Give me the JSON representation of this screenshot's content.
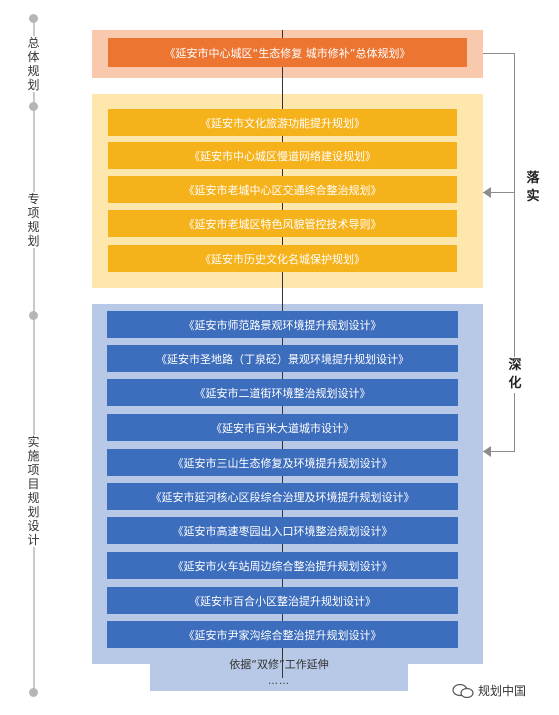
{
  "levels": {
    "overall": "总体\n规划",
    "special": "专项\n规划",
    "impl": "实施\n项目\n规划\n设计"
  },
  "overall_plan": "《延安市中心城区“生态修复 城市修补”总体规划》",
  "special_plans": [
    "《延安市文化旅游功能提升规划》",
    "《延安市中心城区慢道网络建设规划》",
    "《延安市老城中心区交通综合整治规划》",
    "《延安市老城区特色风貌管控技术导则》",
    "《延安市历史文化名城保护规划》"
  ],
  "impl_plans": [
    "《延安市师范路景观环境提升规划设计》",
    "《延安市圣地路（丁泉砭）景观环境提升规划设计》",
    "《延安市二道街环境整治规划设计》",
    "《延安市百米大道城市设计》",
    "《延安市三山生态修复及环境提升规划设计》",
    "《延安市延河核心区段综合治理及环境提升规划设计》",
    "《延安市高速枣园出入口环境整治规划设计》",
    "《延安市火车站周边综合整治提升规划设计》",
    "《延安市百合小区整治提升规划设计》",
    "《延安市尹家沟综合整治提升规划设计》"
  ],
  "tail_text": "依据“双修”工作延伸",
  "tail_dots": "……",
  "side_labels": {
    "implement": "落\n实",
    "deepen": "深\n化"
  },
  "watermark": "规划中国",
  "colors": {
    "overall_bar": "#ec7532",
    "overall_panel": "#f8c9ad",
    "special_bar": "#f6b21b",
    "special_panel": "#fde7ac",
    "impl_bar": "#3d6dbd",
    "impl_panel": "#b7c9e6"
  }
}
